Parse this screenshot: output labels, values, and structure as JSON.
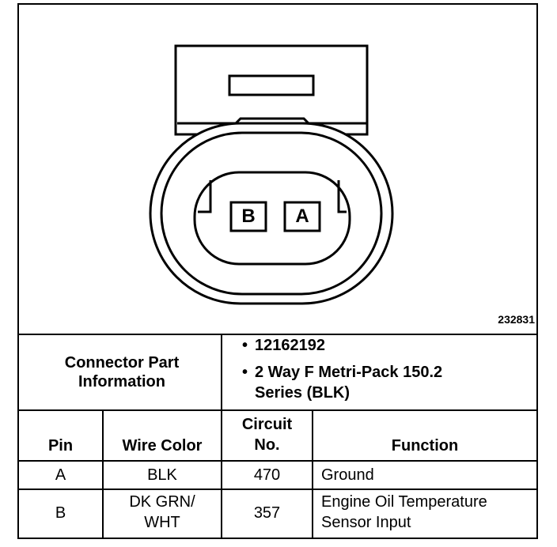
{
  "figure_id": "232831",
  "connector": {
    "pin_labels": [
      "B",
      "A"
    ]
  },
  "part_info": {
    "label": "Connector Part Information",
    "items": [
      "12162192",
      "2 Way F Metri-Pack 150.2 Series (BLK)"
    ],
    "bullet": "•"
  },
  "table": {
    "headers": {
      "pin": "Pin",
      "wire_color": "Wire Color",
      "circuit_line1": "Circuit",
      "circuit_line2": "No.",
      "function": "Function"
    },
    "rows": [
      {
        "pin": "A",
        "wire_color": "BLK",
        "circuit": "470",
        "function": "Ground"
      },
      {
        "pin": "B",
        "wire_color_line1": "DK GRN/",
        "wire_color_line2": "WHT",
        "circuit": "357",
        "function_line1": "Engine Oil Temperature",
        "function_line2": "Sensor Input"
      }
    ]
  }
}
